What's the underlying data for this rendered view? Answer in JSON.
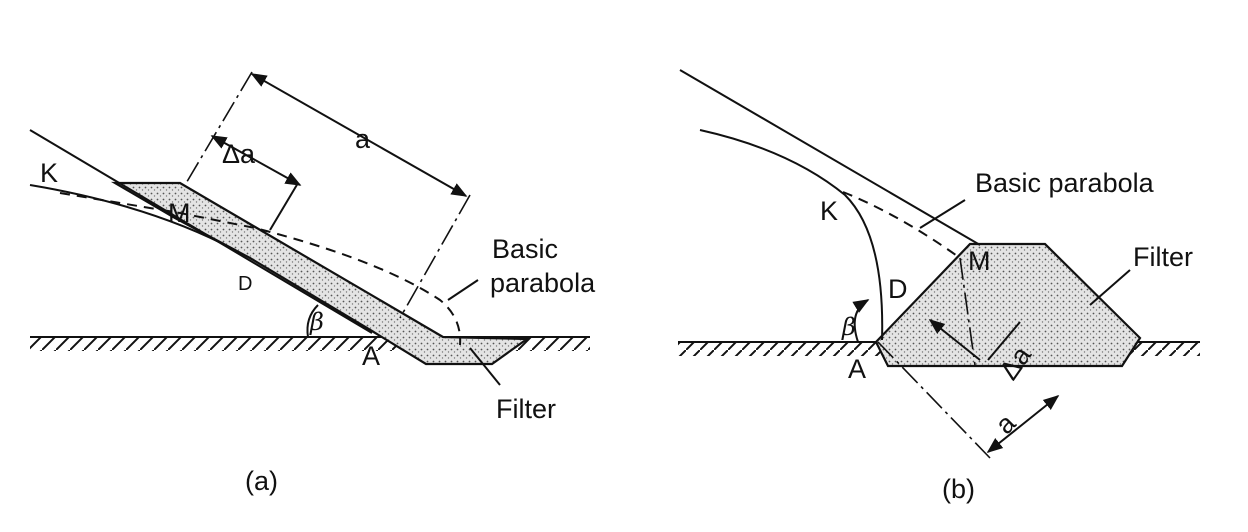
{
  "panel_a": {
    "caption": "(a)",
    "labels": {
      "K": "K",
      "M": "M",
      "D": "D",
      "A": "A",
      "beta": "β",
      "a": "a",
      "delta_a": "Δa",
      "basic_parabola_1": "Basic",
      "basic_parabola_2": "parabola",
      "filter": "Filter"
    }
  },
  "panel_b": {
    "caption": "(b)",
    "labels": {
      "K": "K",
      "M": "M",
      "D": "D",
      "A": "A",
      "beta": "β",
      "a": "a",
      "delta_a": "Δa",
      "basic_parabola": "Basic parabola",
      "filter": "Filter"
    }
  }
}
